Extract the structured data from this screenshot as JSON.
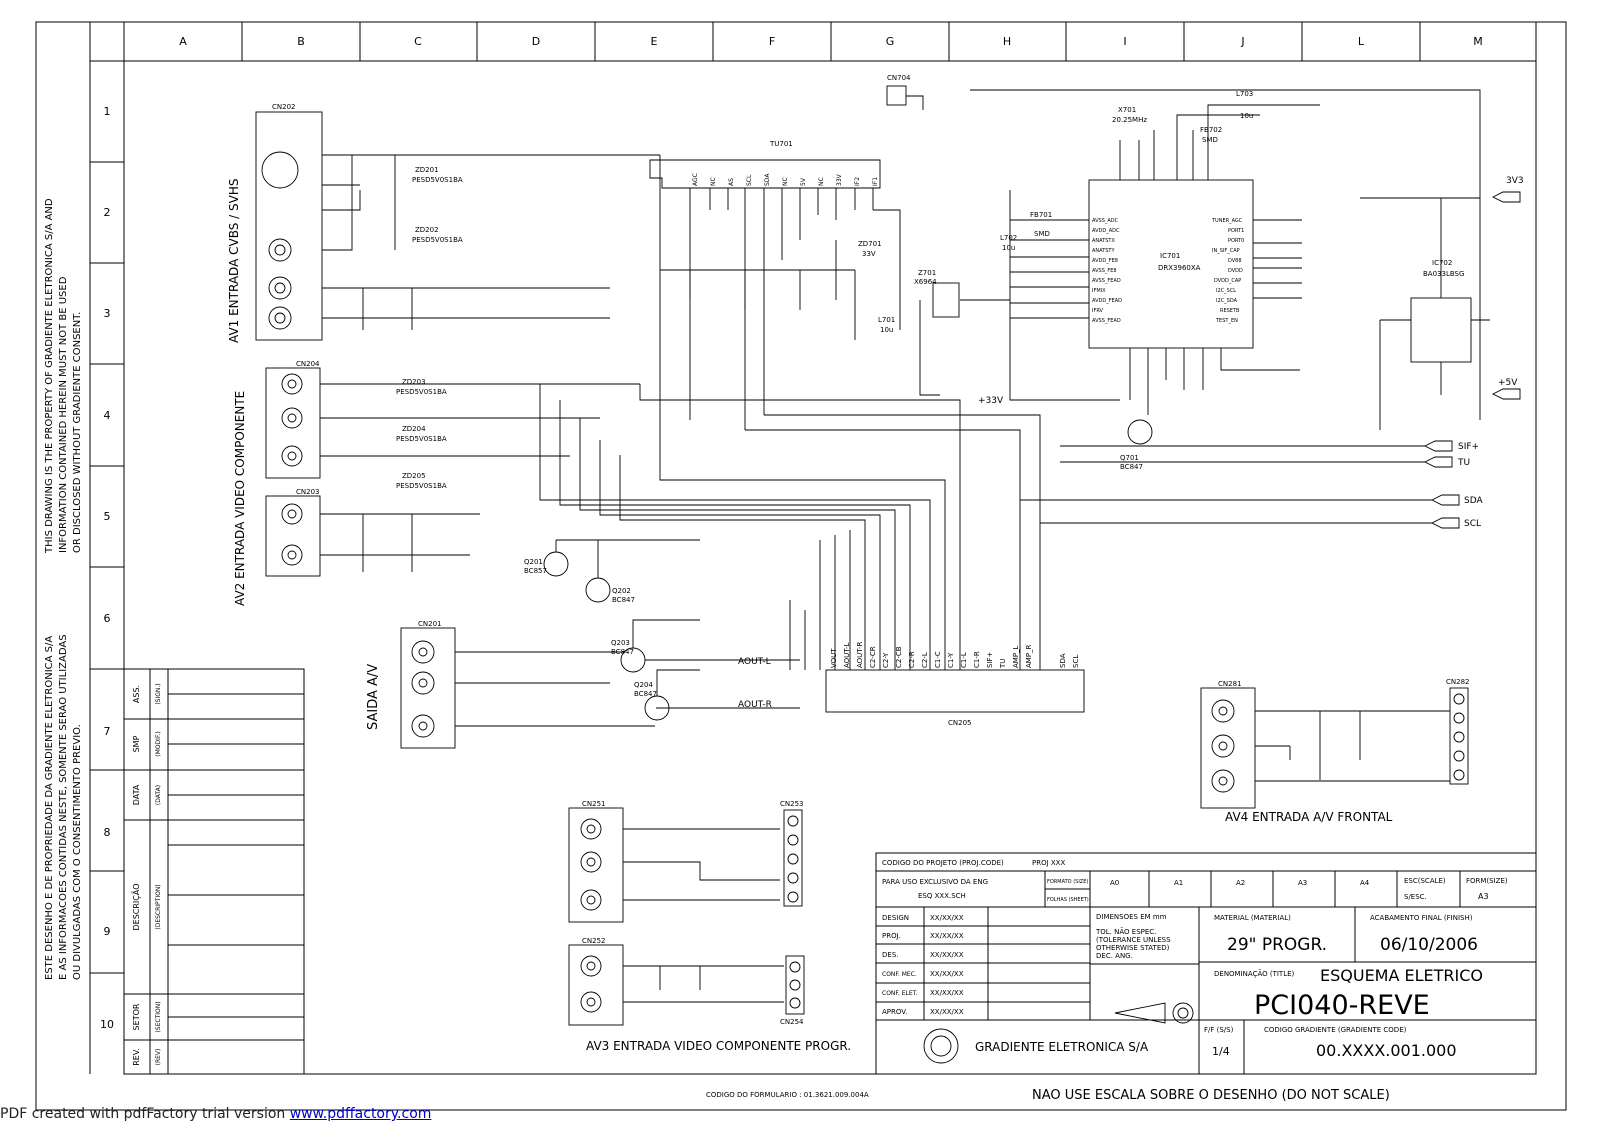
{
  "grid": {
    "columns": [
      "A",
      "B",
      "C",
      "D",
      "E",
      "F",
      "G",
      "H",
      "I",
      "J",
      "L",
      "M"
    ],
    "rows": [
      "1",
      "2",
      "3",
      "4",
      "5",
      "6",
      "7",
      "8",
      "9",
      "10"
    ]
  },
  "notice": {
    "en": [
      "THIS DRAWING IS THE PROPERTY OF GRADIENTE ELETRONICA S/A AND",
      "INFORMATION CONTAINED HEREIN MUST NOT BE USED",
      "OR DISCLOSED WITHOUT GRADIENTE CONSENT."
    ],
    "pt": [
      "ESTE DESENHO E DE PROPRIEDADE DA GRADIENTE ELETRONICA S/A",
      "E AS INFORMACOES CONTIDAS NESTE, SOMENTE SERAO UTILIZADAS",
      "OU DIVULGADAS COM O CONSENTIMENTO PREVIO."
    ]
  },
  "revision_block": [
    {
      "main": "ASS.",
      "sub": "(SIGN.)"
    },
    {
      "main": "SMP",
      "sub": "(MODIF.)"
    },
    {
      "main": "DATA",
      "sub": "(DATA)"
    },
    {
      "main": "DESCRIÇÃO",
      "sub": "(DESCRIPTION)"
    },
    {
      "main": "SETOR",
      "sub": "(SECTION)"
    },
    {
      "main": "REV.",
      "sub": "(REV)"
    }
  ],
  "sections": {
    "av1": "AV1 ENTRADA CVBS / SVHS",
    "av2": "AV2 ENTRADA VIDEO COMPONENTE",
    "saida": "SAIDA A/V",
    "av3": "AV3 ENTRADA VIDEO COMPONENTE PROGR.",
    "av4": "AV4 ENTRADA A/V FRONTAL"
  },
  "components": {
    "cn202": "CN202",
    "cn204": "CN204",
    "cn203": "CN203",
    "cn201": "CN201",
    "cn251": "CN251",
    "cn252": "CN252",
    "cn281": "CN281",
    "cn704": "CN704",
    "cn205": "CN205",
    "cn253": "CN253",
    "cn254": "CN254",
    "cn282": "CN282",
    "tu701": "TU701",
    "ic701": "IC701",
    "ic701_part": "DRX3960XA",
    "ic702": "IC702",
    "ic702_part": "BA033LBSG",
    "zd201": "ZD201",
    "zd201_part": "PESD5V0S1BA",
    "zd202": "ZD202",
    "zd202_part": "PESD5V0S1BA",
    "zd203": "ZD203",
    "zd203_part": "PESD5V0S1BA",
    "zd204": "ZD204",
    "zd204_part": "PESD5V0S1BA",
    "zd205": "ZD205",
    "zd205_part": "PESD5V0S1BA",
    "q201": "Q201",
    "q201_part": "BC857",
    "q202": "Q202",
    "q202_part": "BC847",
    "q203": "Q203",
    "q203_part": "BC847",
    "q204": "Q204",
    "q204_part": "BC847",
    "q701": "Q701",
    "q701_part": "BC847",
    "x701": "X701",
    "x701_val": "20.25MHz",
    "z701": "Z701",
    "z701_part": "X6964",
    "zd701": "ZD701",
    "zd701_val": "33V",
    "fb701": "FB701",
    "fb702": "FB702",
    "fb_val": "SMD",
    "l701": "L701",
    "l701_val": "10u",
    "l702": "L702",
    "l702_val": "10u",
    "l703": "L703",
    "l703_val": "10u"
  },
  "net_labels": {
    "v33": "+33V",
    "v3v3": "3V3",
    "v5": "+5V",
    "sif_plus": "SIF+",
    "tu": "TU",
    "sda": "SDA",
    "scl": "SCL",
    "aout_l": "AOUT-L",
    "aout_r": "AOUT-R"
  },
  "tuner_pins": [
    "AGC",
    "NC",
    "AS",
    "SCL",
    "SDA",
    "NC",
    "5V",
    "NC",
    "33V",
    "IF2",
    "IF1"
  ],
  "cn205_pins": [
    "VOUT",
    "AOUT-L",
    "AOUT-R",
    "C2-CR",
    "C2-Y",
    "C2-CB",
    "C2-R",
    "C2-L",
    "C1-C",
    "C1-Y",
    "C1-L",
    "C1-R",
    "SIF+",
    "TU",
    "AMP_L",
    "AMP_R",
    "SDA",
    "SCL"
  ],
  "ic701_pins_left": [
    "AVSS_ADC",
    "AVDD_ADC",
    "ANATSTX",
    "ANATSTY",
    "AVDD_FE8",
    "AVSS_FE8",
    "AVSS_FEAD",
    "IFMIX",
    "AVDD_FEAD",
    "IFRV",
    "AVSS_FEAD"
  ],
  "ic701_pins_right": [
    "TUNER_AGC",
    "PORT1",
    "PORT0",
    "IN_SIF_CAP",
    "DV88",
    "DVDD",
    "DVDD_CAP",
    "I2C_SCL",
    "I2C_SDA",
    "RESETB",
    "TEST_EN"
  ],
  "title_block": {
    "codigo_projeto": "CODIGO DO PROJETO (PROJ.CODE)",
    "proj": "PROJ XXX",
    "uso_exclusivo": "PARA USO EXCLUSIVO DA ENG",
    "esq_file": "ESQ XXX.SCH",
    "formato": "FORMATO (SIZE)",
    "folhas": "FOLHAS (SHEET)",
    "sizes": [
      "A0",
      "A1",
      "A2",
      "A3",
      "A4"
    ],
    "escala_label": "ESC(SCALE)",
    "escala_val": "S/ESC.",
    "form_label": "FORM(SIZE)",
    "form_val": "A3",
    "rows": [
      {
        "label": "DESIGN",
        "date": "XX/XX/XX"
      },
      {
        "label": "PROJ.",
        "date": "XX/XX/XX"
      },
      {
        "label": "DES.",
        "date": "XX/XX/XX"
      },
      {
        "label": "CONF. MEC.",
        "date": "XX/XX/XX"
      },
      {
        "label": "CONF. ELET.",
        "date": "XX/XX/XX"
      },
      {
        "label": "APROV.",
        "date": "XX/XX/XX"
      }
    ],
    "dimensoes": "DIMENSOES EM mm",
    "tol": [
      "TOL. NÃO ESPEC.",
      "(TOLERANCE UNLESS",
      "OTHERWISE STATED)",
      "DEC.        ANG."
    ],
    "material_label": "MATERIAL (MATERIAL)",
    "material_val": "29\" PROGR.",
    "acabamento_label": "ACABAMENTO FINAL (FINISH)",
    "acabamento_val": "06/10/2006",
    "denominacao_label": "DENOMINAÇÃO (TITLE)",
    "title": "ESQUEMA ELETRICO",
    "model": "PCI040-REVE",
    "company": "GRADIENTE ELETRONICA S/A",
    "ff_label": "F/F (S/S)",
    "ff_val": "1/4",
    "codigo_gradiente_label": "CODIGO GRADIENTE (GRADIENTE CODE)",
    "codigo_gradiente_val": "00.XXXX.001.000",
    "form_code": "CODIGO DO FORMULARIO : 01.3621.009.004A",
    "no_scale": "NAO USE ESCALA SOBRE O DESENHO   (DO NOT SCALE)"
  },
  "footer": {
    "text": "PDF created with pdfFactory trial version ",
    "link": "www.pdffactory.com"
  }
}
